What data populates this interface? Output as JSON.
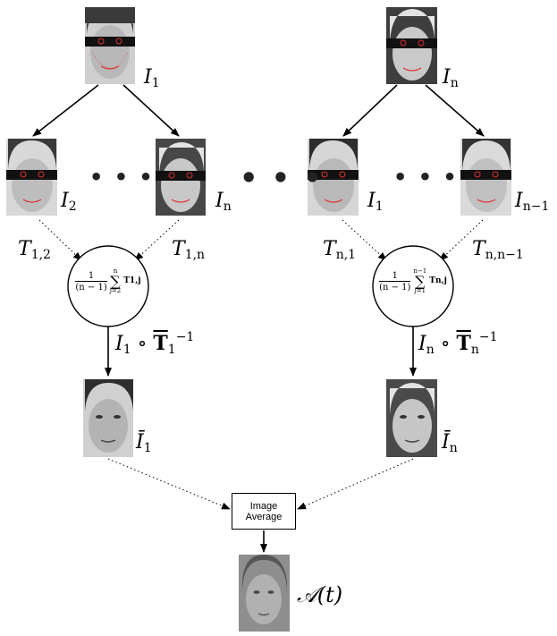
{
  "nodes": {
    "top_left_label": "I",
    "top_left_sub": "1",
    "top_right_label": "I",
    "top_right_sub": "n",
    "mid_l1_label": "I",
    "mid_l1_sub": "2",
    "mid_l2_label": "I",
    "mid_l2_sub": "n",
    "mid_r1_label": "I",
    "mid_r1_sub": "1",
    "mid_r2_label": "I",
    "mid_r2_sub": "n−1",
    "bottom_left_label": "Ī",
    "bottom_left_sub": "1",
    "bottom_right_label": "Ī",
    "bottom_right_sub": "n",
    "avg_label": "𝒜(t)"
  },
  "edges": {
    "t12": "T",
    "t12_sub": "1,2",
    "t1n": "T",
    "t1n_sub": "1,n",
    "tn1": "T",
    "tn1_sub": "n,1",
    "tnn1": "T",
    "tnn1_sub": "n,n−1",
    "op_left_i": "I",
    "op_left_sub": "1",
    "op_left_circ": " ∘ ",
    "op_left_T": "T",
    "op_left_Tsub": "1",
    "op_left_sup": "−1",
    "op_right_i": "I",
    "op_right_sub": "n",
    "op_right_circ": " ∘ ",
    "op_right_T": "T",
    "op_right_Tsub": "n",
    "op_right_sup": "−1"
  },
  "sums": {
    "left_frac_num": "1",
    "left_frac_den": "(n − 1)",
    "left_upper": "n",
    "left_lower": "j=2",
    "left_term": "T1,j",
    "right_frac_num": "1",
    "right_frac_den": "(n − 1)",
    "right_upper": "n−1",
    "right_lower": "j=1",
    "right_term": "Tn,j"
  },
  "ellipses": {
    "small": "• • •",
    "large": "• • •"
  },
  "avg_box": {
    "line1": "Image",
    "line2": "Average"
  }
}
